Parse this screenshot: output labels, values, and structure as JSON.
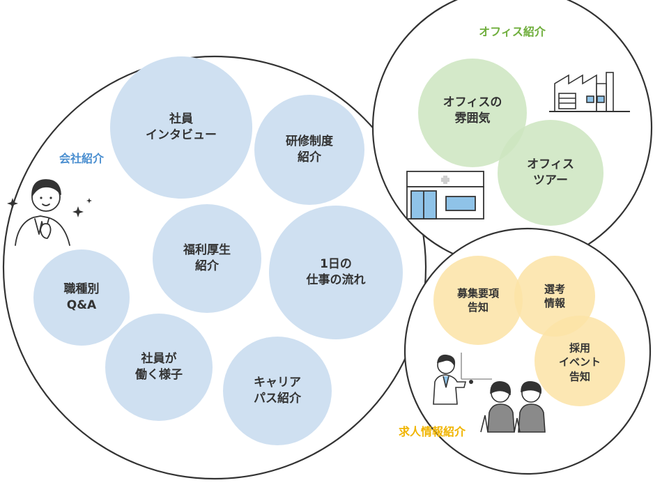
{
  "sections": {
    "company": {
      "title": "会社紹介",
      "color": "#4b8fd0"
    },
    "office": {
      "title": "オフィス紹介",
      "color": "#6fae3c"
    },
    "recruit": {
      "title": "求人情報紹介",
      "color": "#f0b400"
    }
  },
  "company_topics": [
    {
      "id": "interview",
      "label": "社員\nインタビュー"
    },
    {
      "id": "training",
      "label": "研修制度\n紹介"
    },
    {
      "id": "welfare",
      "label": "福利厚生\n紹介"
    },
    {
      "id": "daily",
      "label": "1日の\n仕事の流れ"
    },
    {
      "id": "job-qa",
      "label": "職種別\nQ&A"
    },
    {
      "id": "working",
      "label": "社員が\n働く様子"
    },
    {
      "id": "career",
      "label": "キャリア\nパス紹介"
    }
  ],
  "office_topics": [
    {
      "id": "atmosphere",
      "label": "オフィスの\n雰囲気"
    },
    {
      "id": "tour",
      "label": "オフィス\nツアー"
    }
  ],
  "recruit_topics": [
    {
      "id": "job-notice",
      "label": "募集要項\n告知"
    },
    {
      "id": "selection",
      "label": "選考\n情報"
    },
    {
      "id": "event",
      "label": "採用\nイベント\n告知"
    }
  ],
  "colors": {
    "blue_fill": "#cfe0f1",
    "green_fill": "#d3e8c6",
    "yellow_fill": "#fbe5ad",
    "outline": "#333333",
    "text": "#333333"
  },
  "icons": [
    "businessman-icon",
    "sparkle-icon",
    "factory-icon",
    "shop-icon",
    "presenter-icon",
    "audience-icon"
  ]
}
